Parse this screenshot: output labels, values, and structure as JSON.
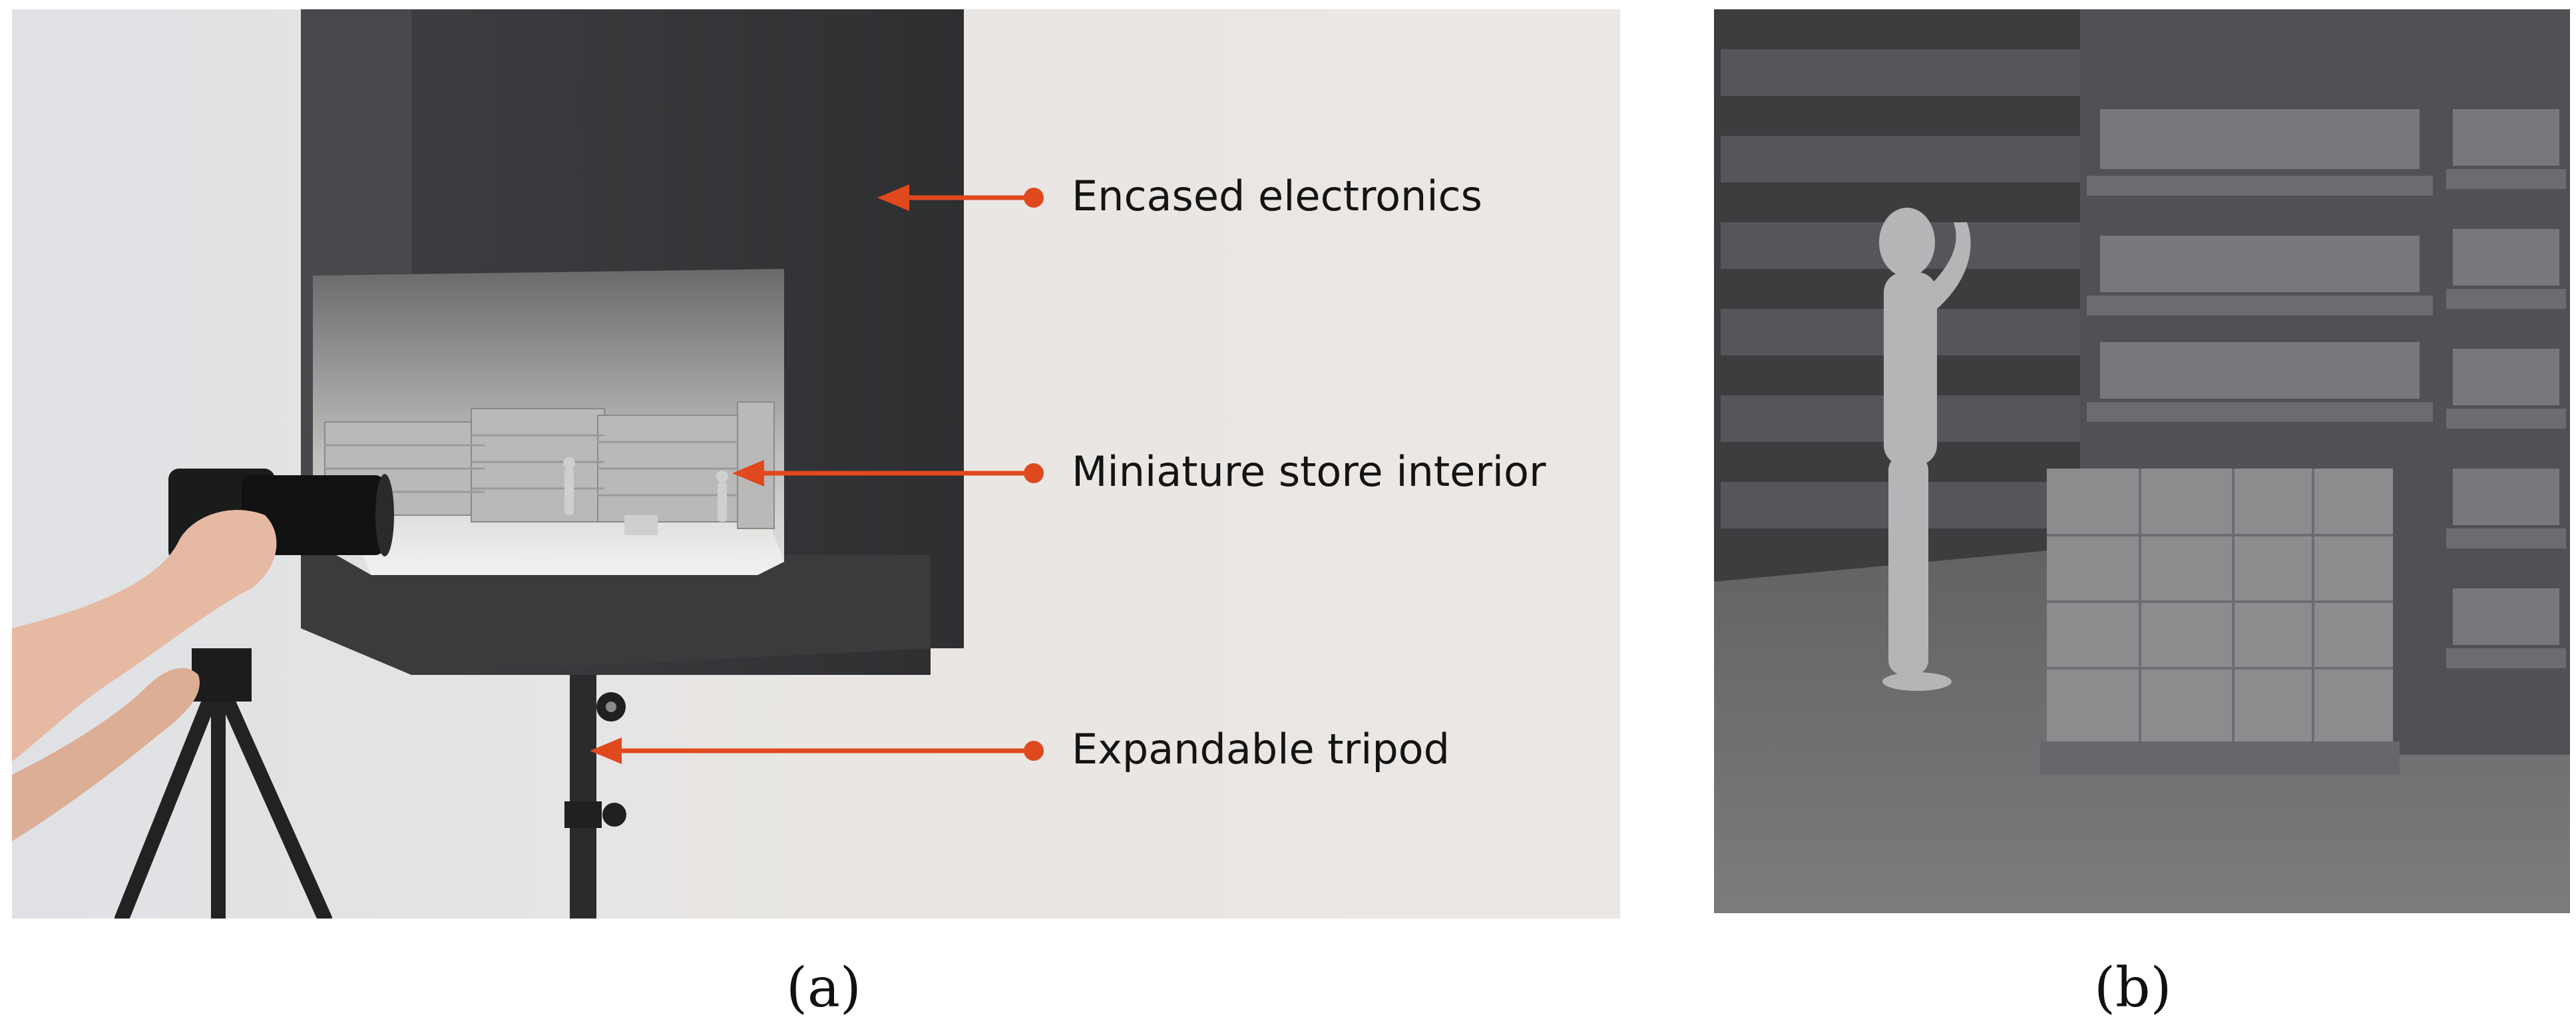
{
  "panel_a": {
    "annotations": [
      {
        "label": "Encased electronics"
      },
      {
        "label": "Miniature store interior"
      },
      {
        "label": "Expandable tripod"
      }
    ],
    "annotation_color": "#e0491d",
    "caption": "(a)"
  },
  "panel_b": {
    "caption": "(b)"
  }
}
